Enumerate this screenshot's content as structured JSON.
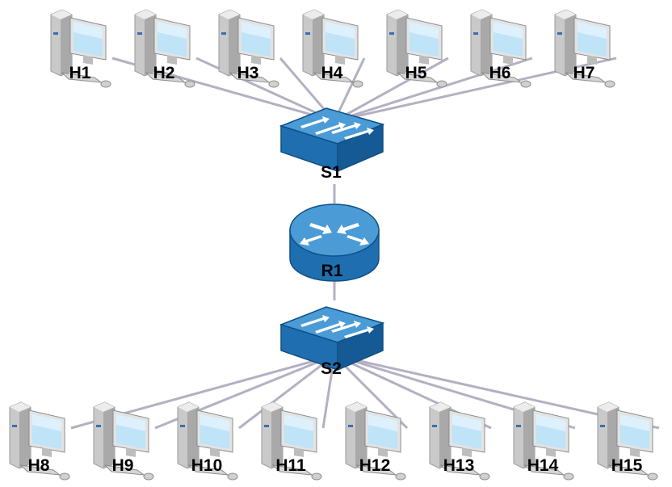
{
  "colors": {
    "link": "#b4b0c2",
    "device_blue": "#1f6fb0",
    "device_blue_light": "#4a9bd6",
    "device_blue_dark": "#0f4f86",
    "pc_body": "#d8d8d8",
    "pc_screen": "#bfe3f7"
  },
  "icons": {
    "host": "desktop-pc-icon",
    "switch": "network-switch-icon",
    "router": "router-icon"
  },
  "diagram": {
    "top_hosts": [
      {
        "id": "h1",
        "label": "H1"
      },
      {
        "id": "h2",
        "label": "H2"
      },
      {
        "id": "h3",
        "label": "H3"
      },
      {
        "id": "h4",
        "label": "H4"
      },
      {
        "id": "h5",
        "label": "H5"
      },
      {
        "id": "h6",
        "label": "H6"
      },
      {
        "id": "h7",
        "label": "H7"
      }
    ],
    "switch_top": {
      "id": "s1",
      "label": "S1"
    },
    "router": {
      "id": "r1",
      "label": "R1"
    },
    "switch_bottom": {
      "id": "s2",
      "label": "S2"
    },
    "bottom_hosts": [
      {
        "id": "h8",
        "label": "H8"
      },
      {
        "id": "h9",
        "label": "H9"
      },
      {
        "id": "h10",
        "label": "H10"
      },
      {
        "id": "h11",
        "label": "H11"
      },
      {
        "id": "h12",
        "label": "H12"
      },
      {
        "id": "h13",
        "label": "H13"
      },
      {
        "id": "h14",
        "label": "H14"
      },
      {
        "id": "h15",
        "label": "H15"
      }
    ],
    "links": [
      [
        "h1",
        "s1"
      ],
      [
        "h2",
        "s1"
      ],
      [
        "h3",
        "s1"
      ],
      [
        "h4",
        "s1"
      ],
      [
        "h5",
        "s1"
      ],
      [
        "h6",
        "s1"
      ],
      [
        "h7",
        "s1"
      ],
      [
        "s1",
        "r1"
      ],
      [
        "r1",
        "s2"
      ],
      [
        "s2",
        "h8"
      ],
      [
        "s2",
        "h9"
      ],
      [
        "s2",
        "h10"
      ],
      [
        "s2",
        "h11"
      ],
      [
        "s2",
        "h12"
      ],
      [
        "s2",
        "h13"
      ],
      [
        "s2",
        "h14"
      ],
      [
        "s2",
        "h15"
      ]
    ]
  }
}
